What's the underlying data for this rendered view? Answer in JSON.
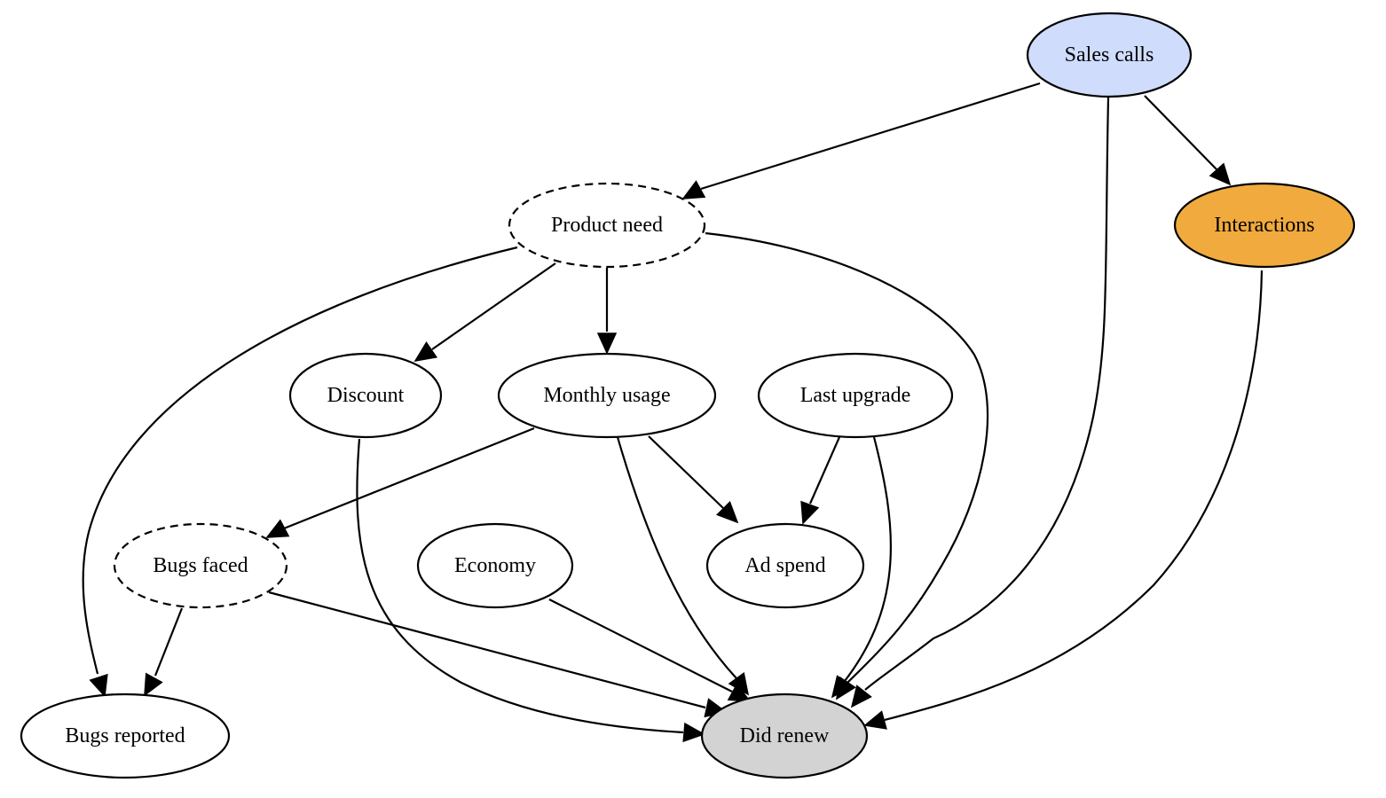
{
  "graph": {
    "nodes": [
      {
        "id": "sales_calls",
        "label": "Sales calls",
        "fill": "#cfdcfb",
        "style": "solid"
      },
      {
        "id": "product_need",
        "label": "Product need",
        "fill": "#ffffff",
        "style": "dashed"
      },
      {
        "id": "interactions",
        "label": "Interactions",
        "fill": "#f0aa3e",
        "style": "solid"
      },
      {
        "id": "discount",
        "label": "Discount",
        "fill": "#ffffff",
        "style": "solid"
      },
      {
        "id": "monthly_usage",
        "label": "Monthly usage",
        "fill": "#ffffff",
        "style": "solid"
      },
      {
        "id": "last_upgrade",
        "label": "Last upgrade",
        "fill": "#ffffff",
        "style": "solid"
      },
      {
        "id": "bugs_faced",
        "label": "Bugs faced",
        "fill": "#ffffff",
        "style": "dashed"
      },
      {
        "id": "economy",
        "label": "Economy",
        "fill": "#ffffff",
        "style": "solid"
      },
      {
        "id": "ad_spend",
        "label": "Ad spend",
        "fill": "#ffffff",
        "style": "solid"
      },
      {
        "id": "bugs_reported",
        "label": "Bugs reported",
        "fill": "#ffffff",
        "style": "solid"
      },
      {
        "id": "did_renew",
        "label": "Did renew",
        "fill": "#d3d3d3",
        "style": "solid"
      }
    ],
    "edges": [
      {
        "from": "sales_calls",
        "to": "product_need"
      },
      {
        "from": "sales_calls",
        "to": "interactions"
      },
      {
        "from": "sales_calls",
        "to": "did_renew"
      },
      {
        "from": "product_need",
        "to": "discount"
      },
      {
        "from": "product_need",
        "to": "monthly_usage"
      },
      {
        "from": "product_need",
        "to": "bugs_reported"
      },
      {
        "from": "product_need",
        "to": "did_renew"
      },
      {
        "from": "interactions",
        "to": "did_renew"
      },
      {
        "from": "discount",
        "to": "did_renew"
      },
      {
        "from": "monthly_usage",
        "to": "bugs_faced"
      },
      {
        "from": "monthly_usage",
        "to": "ad_spend"
      },
      {
        "from": "monthly_usage",
        "to": "did_renew"
      },
      {
        "from": "last_upgrade",
        "to": "ad_spend"
      },
      {
        "from": "last_upgrade",
        "to": "did_renew"
      },
      {
        "from": "bugs_faced",
        "to": "bugs_reported"
      },
      {
        "from": "bugs_faced",
        "to": "did_renew"
      },
      {
        "from": "economy",
        "to": "did_renew"
      }
    ]
  }
}
